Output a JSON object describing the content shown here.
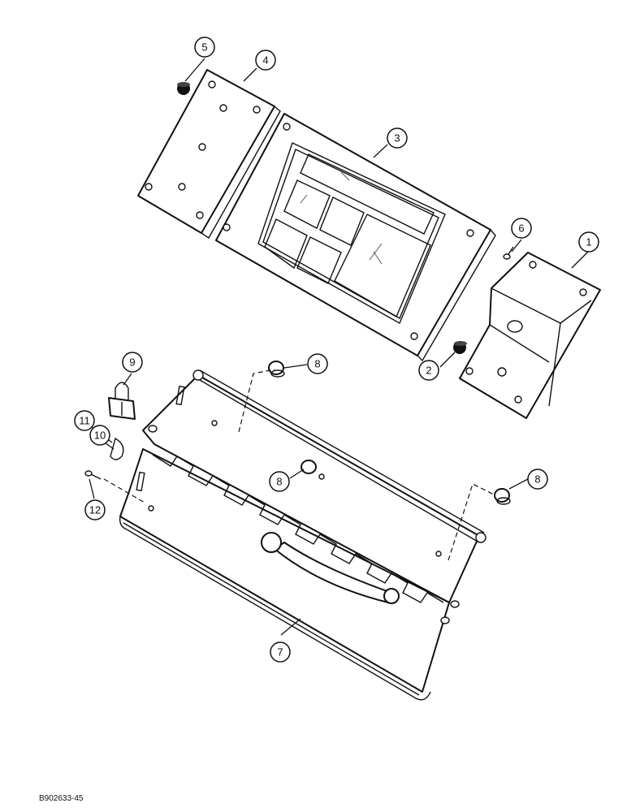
{
  "callouts": [
    {
      "id": "c1",
      "label": "1"
    },
    {
      "id": "c2",
      "label": "2"
    },
    {
      "id": "c3",
      "label": "3"
    },
    {
      "id": "c4",
      "label": "4"
    },
    {
      "id": "c5",
      "label": "5"
    },
    {
      "id": "c6",
      "label": "6"
    },
    {
      "id": "c7",
      "label": "7"
    },
    {
      "id": "c8a",
      "label": "8"
    },
    {
      "id": "c8b",
      "label": "8"
    },
    {
      "id": "c8c",
      "label": "8"
    },
    {
      "id": "c9",
      "label": "9"
    },
    {
      "id": "c10",
      "label": "10"
    },
    {
      "id": "c11",
      "label": "11"
    },
    {
      "id": "c12",
      "label": "12"
    }
  ],
  "reference_code": "B902633-45"
}
